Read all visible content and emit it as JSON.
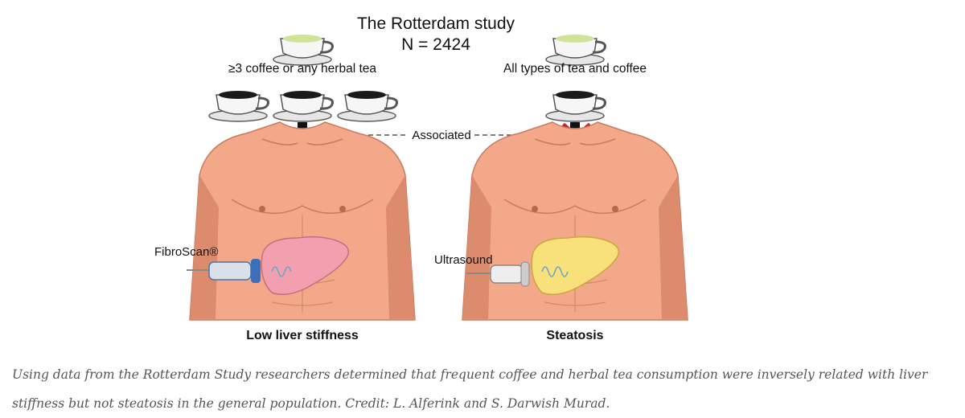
{
  "diagram": {
    "title": "The Rotterdam study",
    "subtitle": "N = 2424",
    "left_group_label": "≥3 coffee or any herbal tea",
    "right_group_label": "All types of tea and coffee",
    "link_label": "Associated",
    "left_device_label": "FibroScan®",
    "right_device_label": "Ultrasound",
    "left_outcome": "Low liver stiffness",
    "right_outcome": "Steatosis",
    "colors": {
      "skin": "#f4a88a",
      "skin_shade": "#dc8b6c",
      "liver_left": "#f2a0b0",
      "liver_right": "#f8e07a",
      "cross": "#cc2233",
      "tea": "#cfe39a",
      "coffee": "#1a1a1a"
    }
  },
  "caption": "Using data from the Rotterdam Study researchers determined that frequent coffee and herbal tea consumption were inversely related with liver stiffness but not steatosis in the general population. Credit: L. Alferink and S. Darwish Murad."
}
